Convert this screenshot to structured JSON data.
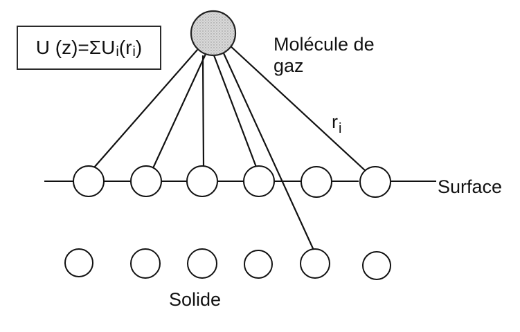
{
  "formula": {
    "main": "U (z)=ΣU",
    "sub1": "i",
    "open_paren": " (r",
    "sub2": "i",
    "close_paren": ")"
  },
  "labels": {
    "molecule_line1": "Molécule de",
    "molecule_line2": "gaz",
    "ri_base": "r",
    "ri_sub": "i",
    "surface": "Surface",
    "solid": "Solide"
  },
  "colors": {
    "ink": "#111111",
    "molecule_fill": "#cfcfcf"
  }
}
